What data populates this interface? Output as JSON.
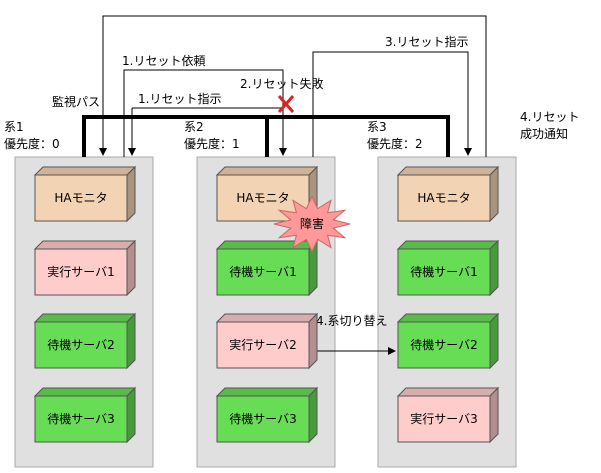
{
  "monitor_path_label": "監視パス",
  "systems": [
    {
      "name": "系1",
      "priority": "優先度：0"
    },
    {
      "name": "系2",
      "priority": "優先度：1"
    },
    {
      "name": "系3",
      "priority": "優先度：2"
    }
  ],
  "boxes": {
    "s1": [
      "HAモニタ",
      "実行サーバ1",
      "待機サーバ2",
      "待機サーバ3"
    ],
    "s2": [
      "HAモニタ",
      "待機サーバ1",
      "実行サーバ2",
      "待機サーバ3"
    ],
    "s3": [
      "HAモニタ",
      "待機サーバ1",
      "待機サーバ2",
      "実行サーバ3"
    ]
  },
  "failure_label": "障害",
  "arrows": {
    "reset_request": "1.リセット依頼",
    "reset_instruction_1": "1.リセット指示",
    "reset_failure": "2.リセット失敗",
    "reset_instruction_3": "3.リセット指示",
    "reset_success_line1": "4.リセット",
    "reset_success_line2": "成功通知",
    "switchover": "4.系切り替え"
  },
  "colors": {
    "ha_monitor": "#f2d3b3",
    "active_server": "#ffcccc",
    "standby_server": "#66dd55",
    "system_panel": "#e0e0e0",
    "failure_burst": "#ff9999",
    "failure_mark": "#dd2222"
  }
}
